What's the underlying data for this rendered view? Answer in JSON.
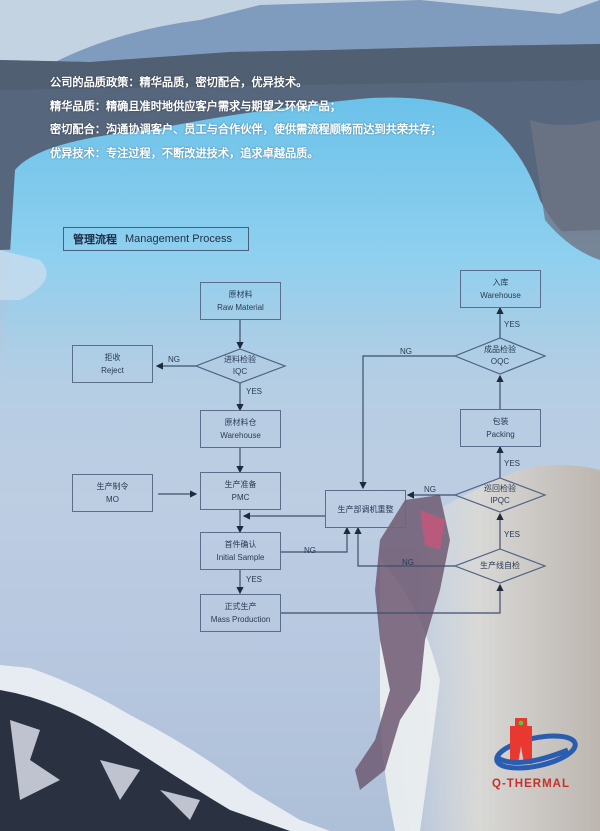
{
  "policy": {
    "lines": [
      "公司的品质政策：精华品质，密切配合，优异技术。",
      "精华品质：精确且准时地供应客户需求与期望之环保产品；",
      "密切配合：沟通协调客户、员工与合作伙伴，使供需流程顺畅而达到共荣共存；",
      "优异技术：专注过程，不断改进技术，追求卓越品质。"
    ]
  },
  "section": {
    "title_cn": "管理流程",
    "title_en": "Management Process"
  },
  "flow": {
    "raw_material": {
      "cn": "原材料",
      "en": "Raw Material"
    },
    "iqc": {
      "cn": "进料检验",
      "en": "IQC"
    },
    "reject": {
      "cn": "拒收",
      "en": "Reject"
    },
    "raw_warehouse": {
      "cn": "原材料仓",
      "en": "Warehouse"
    },
    "mo": {
      "cn": "生产制令",
      "en": "MO"
    },
    "pmc": {
      "cn": "生产准备",
      "en": "PMC"
    },
    "initial_sample": {
      "cn": "首件确认",
      "en": "Initial Sample"
    },
    "mass_production": {
      "cn": "正式生产",
      "en": "Mass Production"
    },
    "adjust": {
      "cn": "生产部调机重整"
    },
    "line_check": {
      "cn": "生产线自检"
    },
    "ipqc": {
      "cn": "巡回检验",
      "en": "IPQC"
    },
    "packing": {
      "cn": "包装",
      "en": "Packing"
    },
    "oqc": {
      "cn": "成品检验",
      "en": "OQC"
    },
    "finished_warehouse": {
      "cn": "入库",
      "en": "Warehouse"
    },
    "labels": {
      "ng": "NG",
      "yes": "YES"
    }
  },
  "brand": {
    "name": "Q-THERMAL",
    "colors": {
      "red": "#e8382f",
      "blue": "#2a5db0",
      "green": "#3ad33a",
      "text": "#c8302c"
    }
  }
}
